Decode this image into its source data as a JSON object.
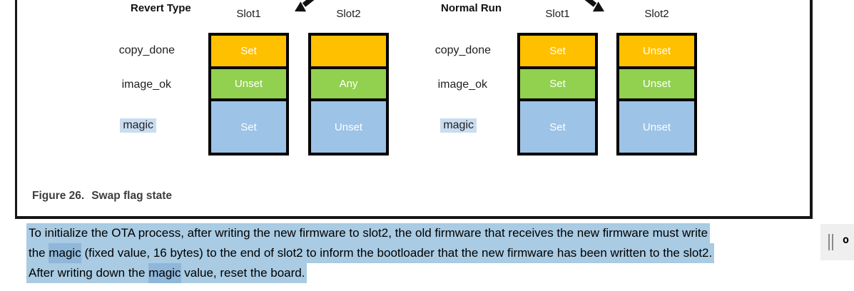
{
  "figure": {
    "caption": {
      "label": "Figure 26.",
      "title": "Swap flag state"
    },
    "diagrams": [
      {
        "title": "Revert Type",
        "columns": [
          "Slot1",
          "Slot2"
        ],
        "rows": [
          {
            "label": "copy_done",
            "slot1": "Set",
            "slot2": ""
          },
          {
            "label": "image_ok",
            "slot1": "Unset",
            "slot2": "Any"
          },
          {
            "label": "magic",
            "slot1": "Set",
            "slot2": "Unset"
          }
        ]
      },
      {
        "title": "Normal Run",
        "columns": [
          "Slot1",
          "Slot2"
        ],
        "rows": [
          {
            "label": "copy_done",
            "slot1": "Set",
            "slot2": "Unset"
          },
          {
            "label": "image_ok",
            "slot1": "Set",
            "slot2": "Unset"
          },
          {
            "label": "magic",
            "slot1": "Set",
            "slot2": "Unset"
          }
        ]
      }
    ]
  },
  "paragraph": {
    "lines": [
      {
        "seg0": "To initialize the OTA process, after writing the new firmware to slot2, the old firmware that receives the new firmware must write"
      },
      {
        "seg0": "the ",
        "seg1": "magic",
        "seg2": " (fixed value, 16 bytes) to the end of slot2 to inform the bootloader that the new firmware has been written to the slot2."
      },
      {
        "seg0": "After writing down the ",
        "seg1": "magic",
        "seg2": " value, reset the board."
      }
    ]
  },
  "adjacent_page": {
    "bullet": "o"
  },
  "colors": {
    "flag_orange": "#FFC000",
    "flag_green": "#92D050",
    "flag_blue": "#9DC3E6",
    "paragraph_highlight": "#A9CBE3",
    "magic_word_highlight": "#8FB7DA",
    "diagram_label_highlight": "#C9DDF1",
    "frame_border": "#161616"
  }
}
